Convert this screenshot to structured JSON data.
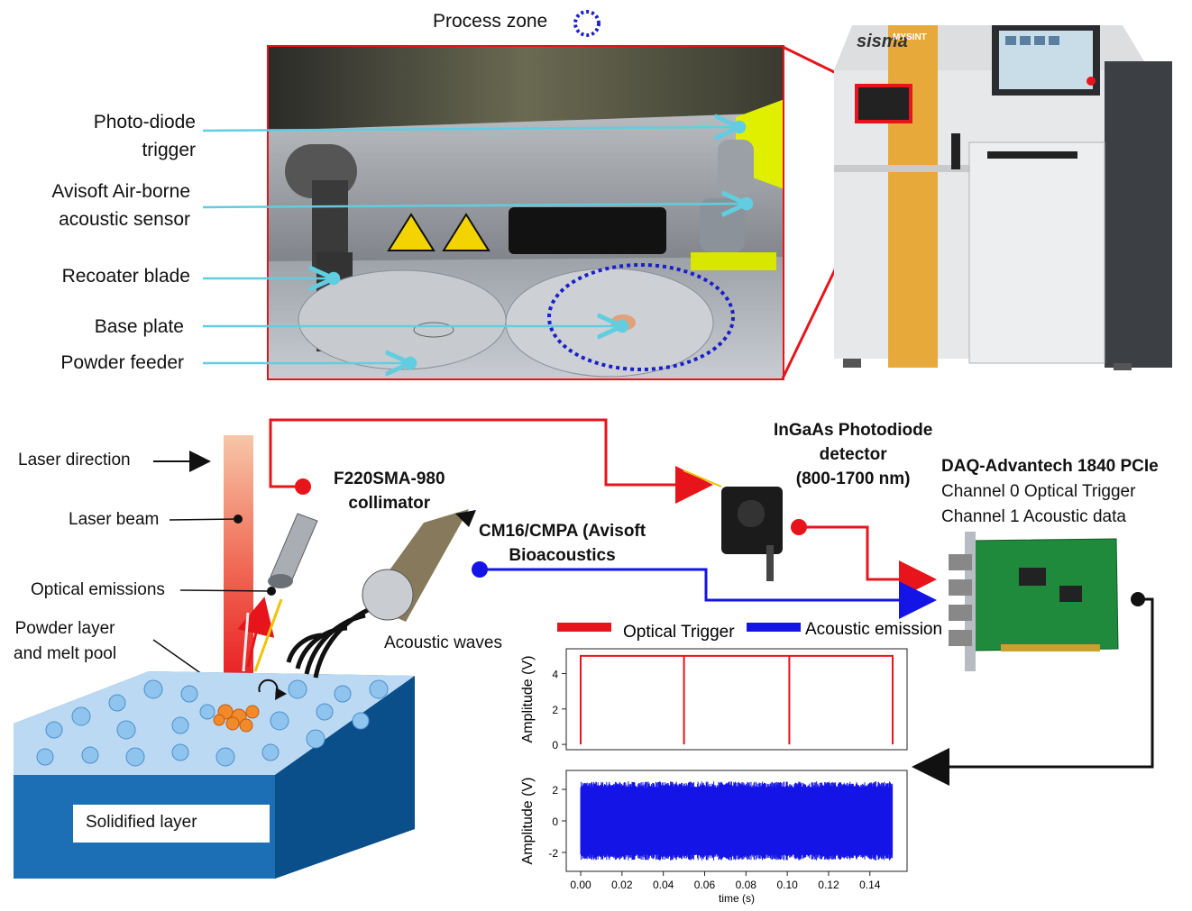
{
  "top": {
    "process_zone": "Process zone",
    "labels": {
      "photodiode_trigger": [
        "Photo-diode",
        "trigger"
      ],
      "airborne_sensor": [
        "Avisoft Air-borne",
        "acoustic sensor"
      ],
      "recoater_blade": "Recoater blade",
      "base_plate": "Base plate",
      "powder_feeder": "Powder feeder"
    },
    "machine_brand": "sisma",
    "machine_model": "MYSINT"
  },
  "bottom": {
    "laser_direction": "Laser direction",
    "laser_beam": "Laser beam",
    "optical_emissions": "Optical emissions",
    "powder_layer": [
      "Powder layer",
      "and melt pool"
    ],
    "solidified_layer": "Solidified layer",
    "acoustic_waves": "Acoustic waves",
    "collimator": [
      "F220SMA-980",
      "collimator"
    ],
    "acoustic_sensor": [
      "CM16/CMPA (Avisoft",
      "Bioacoustics"
    ],
    "photodiode_detector": [
      "InGaAs Photodiode",
      "detector",
      "(800-1700 nm)"
    ],
    "daq": {
      "title": "DAQ-Advantech 1840 PCIe",
      "ch0": "Channel 0 Optical Trigger",
      "ch1": "Channel 1 Acoustic data"
    }
  },
  "colors": {
    "trigger": "#e8141b",
    "acoustic": "#1414e6",
    "frame": "#e8141b",
    "zone": "#1a20c8",
    "leader": "#62cde0"
  },
  "chart_data": [
    {
      "type": "line",
      "title": "",
      "legend": [
        "Optical Trigger",
        "Acoustic emission"
      ],
      "legend_position": "top",
      "series": [
        {
          "name": "Optical Trigger",
          "x": [
            0.0,
            0.0,
            0.0,
            0.05,
            0.05,
            0.05,
            0.101,
            0.101,
            0.101,
            0.151,
            0.151
          ],
          "y": [
            0,
            5,
            5,
            5,
            0,
            5,
            5,
            0,
            5,
            5,
            0
          ]
        }
      ],
      "xlabel": "",
      "ylabel": "Amplitude (V)",
      "xlim": [
        -0.007,
        0.158
      ],
      "ylim": [
        -0.3,
        5.4
      ],
      "yticks": [
        0,
        2,
        4
      ]
    },
    {
      "type": "line",
      "title": "",
      "series": [
        {
          "name": "Acoustic emission",
          "x_range": [
            0.0,
            0.151
          ],
          "amplitude": 2.5
        }
      ],
      "xlabel": "time (s)",
      "ylabel": "Amplitude (V)",
      "xlim": [
        -0.007,
        0.158
      ],
      "ylim": [
        -3.2,
        3.2
      ],
      "xticks": [
        "0.00",
        "0.02",
        "0.04",
        "0.06",
        "0.08",
        "0.10",
        "0.12",
        "0.14"
      ],
      "yticks": [
        -2,
        0,
        2
      ]
    }
  ]
}
